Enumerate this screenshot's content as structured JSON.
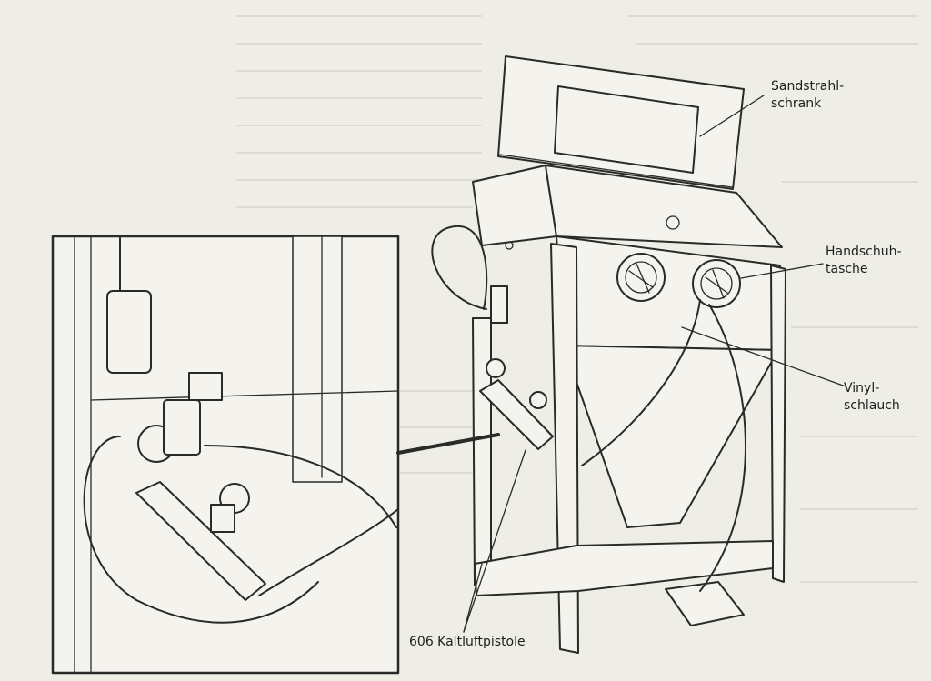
{
  "labels": {
    "cabinet_line1": "Sandstrahl-",
    "cabinet_line2": "schrank",
    "glove_line1": "Handschuh-",
    "glove_line2": "tasche",
    "hose_line1": "Vinyl-",
    "hose_line2": "schlauch",
    "gun": "606 Kaltluftpistole"
  },
  "colors": {
    "paper": "#eeede6",
    "ink": "#2a2a28",
    "bleed_through": "#d7d6ce"
  }
}
